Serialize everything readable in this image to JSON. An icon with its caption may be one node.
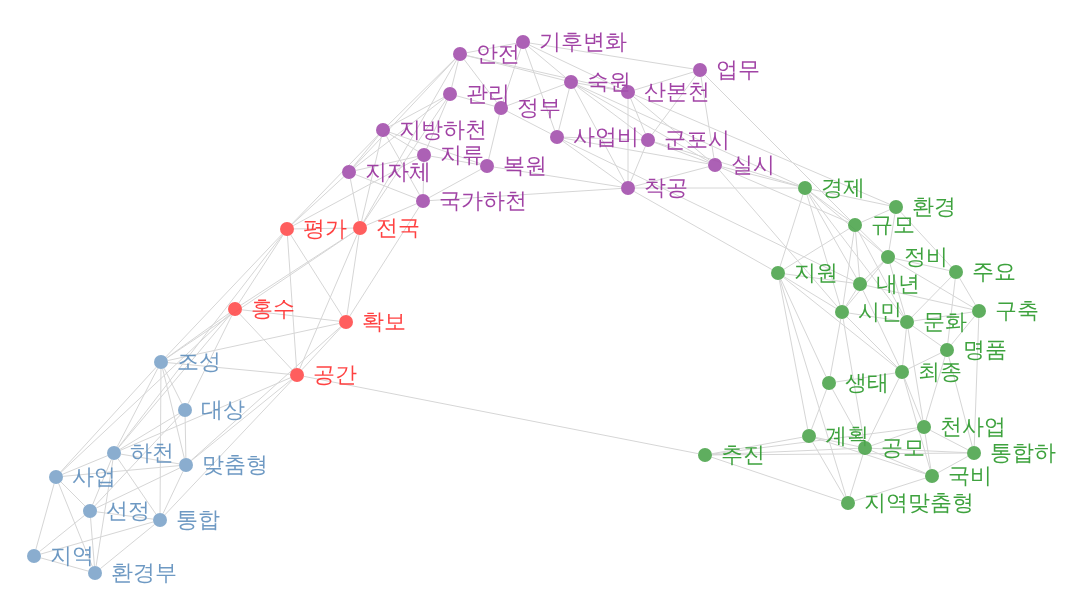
{
  "diagram": {
    "nodes": [
      {
        "text": [
          "안전"
        ]
      },
      {
        "text": [
          "기후변화"
        ]
      },
      {
        "text": [
          "숙원"
        ]
      },
      {
        "text": [
          "산본천"
        ]
      },
      {
        "text": [
          "업무"
        ]
      },
      {
        "text": [
          "관리"
        ]
      },
      {
        "text": [
          "정부"
        ]
      },
      {
        "text": [
          "지방하천"
        ]
      },
      {
        "text": [
          "사업비"
        ]
      },
      {
        "text": [
          "군포시"
        ]
      },
      {
        "text": [
          "지류"
        ]
      },
      {
        "text": [
          "복원"
        ]
      },
      {
        "text": [
          "지자체"
        ]
      },
      {
        "text": [
          "국가하천"
        ]
      },
      {
        "text": [
          "착공"
        ]
      },
      {
        "text": [
          "실시"
        ]
      },
      {
        "text": [
          "평가"
        ]
      },
      {
        "text": [
          "전국"
        ]
      },
      {
        "text": [
          "홍수"
        ]
      },
      {
        "text": [
          "확보"
        ]
      },
      {
        "text": [
          "공간"
        ]
      },
      {
        "text": [
          "조성"
        ]
      },
      {
        "text": [
          "대상"
        ]
      },
      {
        "text": [
          "하천"
        ]
      },
      {
        "text": [
          "맞춤형"
        ]
      },
      {
        "text": [
          "사업"
        ]
      },
      {
        "text": [
          "선정"
        ]
      },
      {
        "text": [
          "통합"
        ]
      },
      {
        "text": [
          "지역"
        ]
      },
      {
        "text": [
          "환경부"
        ]
      },
      {
        "text": [
          "경제"
        ]
      },
      {
        "text": [
          "환경"
        ]
      },
      {
        "text": [
          "규모"
        ]
      },
      {
        "text": [
          "정비"
        ]
      },
      {
        "text": [
          "주요"
        ]
      },
      {
        "text": [
          "지원"
        ]
      },
      {
        "text": [
          "내년"
        ]
      },
      {
        "text": [
          "시민"
        ]
      },
      {
        "text": [
          "문화"
        ]
      },
      {
        "text": [
          "구축"
        ]
      },
      {
        "text": [
          "명품"
        ]
      },
      {
        "text": [
          "생태"
        ]
      },
      {
        "text": [
          "최종"
        ]
      },
      {
        "text": [
          "천사업"
        ]
      },
      {
        "text": [
          "통합하"
        ]
      },
      {
        "text": [
          "추진"
        ]
      },
      {
        "text": [
          "계획"
        ]
      },
      {
        "text": [
          "공모"
        ]
      },
      {
        "text": [
          "지역맞춤형"
        ]
      },
      {
        "text": [
          "국비"
        ]
      }
    ],
    "edges": [
      {
        "from": 0,
        "to": 1,
        "arrow": "none"
      },
      {
        "from": 0,
        "to": 2,
        "arrow": "none"
      },
      {
        "from": 0,
        "to": 5,
        "arrow": "none"
      },
      {
        "from": 0,
        "to": 7,
        "arrow": "none"
      },
      {
        "from": 0,
        "to": 12,
        "arrow": "none"
      },
      {
        "from": 0,
        "to": 6,
        "arrow": "none"
      },
      {
        "from": 0,
        "to": 3,
        "arrow": "none"
      },
      {
        "from": 1,
        "to": 2,
        "arrow": "none"
      },
      {
        "from": 1,
        "to": 3,
        "arrow": "none"
      },
      {
        "from": 1,
        "to": 4,
        "arrow": "none"
      },
      {
        "from": 1,
        "to": 8,
        "arrow": "none"
      },
      {
        "from": 1,
        "to": 6,
        "arrow": "none"
      },
      {
        "from": 2,
        "to": 3,
        "arrow": "none"
      },
      {
        "from": 2,
        "to": 8,
        "arrow": "none"
      },
      {
        "from": 2,
        "to": 9,
        "arrow": "none"
      },
      {
        "from": 2,
        "to": 14,
        "arrow": "none"
      },
      {
        "from": 2,
        "to": 15,
        "arrow": "none"
      },
      {
        "from": 3,
        "to": 4,
        "arrow": "none"
      },
      {
        "from": 3,
        "to": 9,
        "arrow": "none"
      },
      {
        "from": 3,
        "to": 14,
        "arrow": "none"
      },
      {
        "from": 3,
        "to": 15,
        "arrow": "none"
      },
      {
        "from": 4,
        "to": 15,
        "arrow": "none"
      },
      {
        "from": 4,
        "to": 9,
        "arrow": "none"
      },
      {
        "from": 5,
        "to": 6,
        "arrow": "none"
      },
      {
        "from": 5,
        "to": 7,
        "arrow": "none"
      },
      {
        "from": 5,
        "to": 10,
        "arrow": "none"
      },
      {
        "from": 5,
        "to": 12,
        "arrow": "none"
      },
      {
        "from": 6,
        "to": 8,
        "arrow": "none"
      },
      {
        "from": 6,
        "to": 11,
        "arrow": "none"
      },
      {
        "from": 6,
        "to": 2,
        "arrow": "none"
      },
      {
        "from": 7,
        "to": 10,
        "arrow": "none"
      },
      {
        "from": 7,
        "to": 12,
        "arrow": "none"
      },
      {
        "from": 7,
        "to": 13,
        "arrow": "none"
      },
      {
        "from": 7,
        "to": 11,
        "arrow": "none"
      },
      {
        "from": 8,
        "to": 9,
        "arrow": "none"
      },
      {
        "from": 8,
        "to": 14,
        "arrow": "none"
      },
      {
        "from": 8,
        "to": 15,
        "arrow": "none"
      },
      {
        "from": 9,
        "to": 14,
        "arrow": "none"
      },
      {
        "from": 9,
        "to": 15,
        "arrow": "none"
      },
      {
        "from": 10,
        "to": 11,
        "arrow": "none"
      },
      {
        "from": 10,
        "to": 12,
        "arrow": "none"
      },
      {
        "from": 10,
        "to": 13,
        "arrow": "none"
      },
      {
        "from": 11,
        "to": 13,
        "arrow": "none"
      },
      {
        "from": 11,
        "to": 14,
        "arrow": "none"
      },
      {
        "from": 12,
        "to": 13,
        "arrow": "none"
      },
      {
        "from": 13,
        "to": 14,
        "arrow": "none"
      },
      {
        "from": 14,
        "to": 15,
        "arrow": "none"
      },
      {
        "from": 15,
        "to": 30,
        "arrow": "none"
      },
      {
        "from": 15,
        "to": 32,
        "arrow": "none"
      },
      {
        "from": 14,
        "to": 30,
        "arrow": "none"
      },
      {
        "from": 14,
        "to": 35,
        "arrow": "none"
      },
      {
        "from": 9,
        "to": 30,
        "arrow": "none"
      },
      {
        "from": 3,
        "to": 31,
        "arrow": "none"
      },
      {
        "from": 4,
        "to": 32,
        "arrow": "none"
      },
      {
        "from": 8,
        "to": 36,
        "arrow": "none"
      },
      {
        "from": 15,
        "to": 37,
        "arrow": "none"
      },
      {
        "from": 2,
        "to": 30,
        "arrow": "none"
      },
      {
        "from": 12,
        "to": 16,
        "arrow": "none"
      },
      {
        "from": 12,
        "to": 17,
        "arrow": "none"
      },
      {
        "from": 7,
        "to": 16,
        "arrow": "none"
      },
      {
        "from": 7,
        "to": 17,
        "arrow": "none"
      },
      {
        "from": 13,
        "to": 17,
        "arrow": "none"
      },
      {
        "from": 13,
        "to": 19,
        "arrow": "none"
      },
      {
        "from": 10,
        "to": 16,
        "arrow": "none"
      },
      {
        "from": 0,
        "to": 17,
        "arrow": "none"
      },
      {
        "from": 5,
        "to": 17,
        "arrow": "none"
      },
      {
        "from": 16,
        "to": 17,
        "arrow": "none"
      },
      {
        "from": 16,
        "to": 18,
        "arrow": "none"
      },
      {
        "from": 16,
        "to": 19,
        "arrow": "none"
      },
      {
        "from": 16,
        "to": 20,
        "arrow": "none"
      },
      {
        "from": 17,
        "to": 18,
        "arrow": "none"
      },
      {
        "from": 17,
        "to": 19,
        "arrow": "none"
      },
      {
        "from": 17,
        "to": 20,
        "arrow": "none"
      },
      {
        "from": 18,
        "to": 19,
        "arrow": "none"
      },
      {
        "from": 18,
        "to": 20,
        "arrow": "none"
      },
      {
        "from": 19,
        "to": 20,
        "arrow": "none"
      },
      {
        "from": 18,
        "to": 21,
        "arrow": "none"
      },
      {
        "from": 18,
        "to": 22,
        "arrow": "none"
      },
      {
        "from": 18,
        "to": 23,
        "arrow": "none"
      },
      {
        "from": 18,
        "to": 25,
        "arrow": "none"
      },
      {
        "from": 16,
        "to": 21,
        "arrow": "none"
      },
      {
        "from": 16,
        "to": 23,
        "arrow": "none"
      },
      {
        "from": 17,
        "to": 21,
        "arrow": "none"
      },
      {
        "from": 20,
        "to": 21,
        "arrow": "none"
      },
      {
        "from": 20,
        "to": 24,
        "arrow": "none"
      },
      {
        "from": 20,
        "to": 27,
        "arrow": "none"
      },
      {
        "from": 20,
        "to": 23,
        "arrow": "none"
      },
      {
        "from": 19,
        "to": 21,
        "arrow": "none"
      },
      {
        "from": 19,
        "to": 24,
        "arrow": "none"
      },
      {
        "from": 20,
        "to": 45,
        "arrow": "none"
      },
      {
        "from": 21,
        "to": 22,
        "arrow": "none"
      },
      {
        "from": 21,
        "to": 23,
        "arrow": "none"
      },
      {
        "from": 21,
        "to": 25,
        "arrow": "none"
      },
      {
        "from": 21,
        "to": 24,
        "arrow": "none"
      },
      {
        "from": 21,
        "to": 27,
        "arrow": "none"
      },
      {
        "from": 22,
        "to": 23,
        "arrow": "none"
      },
      {
        "from": 22,
        "to": 24,
        "arrow": "none"
      },
      {
        "from": 22,
        "to": 26,
        "arrow": "none"
      },
      {
        "from": 23,
        "to": 24,
        "arrow": "none"
      },
      {
        "from": 23,
        "to": 25,
        "arrow": "none"
      },
      {
        "from": 23,
        "to": 26,
        "arrow": "none"
      },
      {
        "from": 23,
        "to": 27,
        "arrow": "none"
      },
      {
        "from": 23,
        "to": 29,
        "arrow": "none"
      },
      {
        "from": 24,
        "to": 25,
        "arrow": "none"
      },
      {
        "from": 24,
        "to": 27,
        "arrow": "none"
      },
      {
        "from": 24,
        "to": 26,
        "arrow": "none"
      },
      {
        "from": 25,
        "to": 26,
        "arrow": "none"
      },
      {
        "from": 25,
        "to": 28,
        "arrow": "none"
      },
      {
        "from": 25,
        "to": 29,
        "arrow": "none"
      },
      {
        "from": 26,
        "to": 27,
        "arrow": "none"
      },
      {
        "from": 26,
        "to": 28,
        "arrow": "none"
      },
      {
        "from": 26,
        "to": 29,
        "arrow": "none"
      },
      {
        "from": 27,
        "to": 28,
        "arrow": "none"
      },
      {
        "from": 27,
        "to": 29,
        "arrow": "none"
      },
      {
        "from": 28,
        "to": 29,
        "arrow": "none"
      },
      {
        "from": 30,
        "to": 31,
        "arrow": "none"
      },
      {
        "from": 30,
        "to": 32,
        "arrow": "none"
      },
      {
        "from": 30,
        "to": 35,
        "arrow": "none"
      },
      {
        "from": 30,
        "to": 36,
        "arrow": "none"
      },
      {
        "from": 30,
        "to": 37,
        "arrow": "none"
      },
      {
        "from": 30,
        "to": 38,
        "arrow": "none"
      },
      {
        "from": 30,
        "to": 33,
        "arrow": "none"
      },
      {
        "from": 31,
        "to": 32,
        "arrow": "none"
      },
      {
        "from": 31,
        "to": 33,
        "arrow": "none"
      },
      {
        "from": 31,
        "to": 34,
        "arrow": "none"
      },
      {
        "from": 32,
        "to": 33,
        "arrow": "none"
      },
      {
        "from": 32,
        "to": 35,
        "arrow": "none"
      },
      {
        "from": 32,
        "to": 36,
        "arrow": "none"
      },
      {
        "from": 32,
        "to": 37,
        "arrow": "none"
      },
      {
        "from": 32,
        "to": 38,
        "arrow": "none"
      },
      {
        "from": 33,
        "to": 34,
        "arrow": "none"
      },
      {
        "from": 33,
        "to": 36,
        "arrow": "none"
      },
      {
        "from": 33,
        "to": 37,
        "arrow": "none"
      },
      {
        "from": 33,
        "to": 38,
        "arrow": "none"
      },
      {
        "from": 33,
        "to": 39,
        "arrow": "none"
      },
      {
        "from": 34,
        "to": 38,
        "arrow": "none"
      },
      {
        "from": 34,
        "to": 39,
        "arrow": "none"
      },
      {
        "from": 34,
        "to": 40,
        "arrow": "none"
      },
      {
        "from": 35,
        "to": 36,
        "arrow": "none"
      },
      {
        "from": 35,
        "to": 37,
        "arrow": "none"
      },
      {
        "from": 35,
        "to": 41,
        "arrow": "none"
      },
      {
        "from": 35,
        "to": 46,
        "arrow": "none"
      },
      {
        "from": 35,
        "to": 48,
        "arrow": "none"
      },
      {
        "from": 35,
        "to": 42,
        "arrow": "none"
      },
      {
        "from": 36,
        "to": 37,
        "arrow": "none"
      },
      {
        "from": 36,
        "to": 39,
        "arrow": "none"
      },
      {
        "from": 36,
        "to": 42,
        "arrow": "none"
      },
      {
        "from": 37,
        "to": 38,
        "arrow": "none"
      },
      {
        "from": 37,
        "to": 41,
        "arrow": "none"
      },
      {
        "from": 37,
        "to": 42,
        "arrow": "none"
      },
      {
        "from": 37,
        "to": 47,
        "arrow": "none"
      },
      {
        "from": 38,
        "to": 39,
        "arrow": "none"
      },
      {
        "from": 38,
        "to": 40,
        "arrow": "none"
      },
      {
        "from": 38,
        "to": 42,
        "arrow": "none"
      },
      {
        "from": 38,
        "to": 43,
        "arrow": "none"
      },
      {
        "from": 39,
        "to": 40,
        "arrow": "none"
      },
      {
        "from": 39,
        "to": 44,
        "arrow": "none"
      },
      {
        "from": 40,
        "to": 42,
        "arrow": "none"
      },
      {
        "from": 40,
        "to": 43,
        "arrow": "none"
      },
      {
        "from": 40,
        "to": 44,
        "arrow": "none"
      },
      {
        "from": 41,
        "to": 42,
        "arrow": "none"
      },
      {
        "from": 41,
        "to": 46,
        "arrow": "none"
      },
      {
        "from": 41,
        "to": 47,
        "arrow": "none"
      },
      {
        "from": 42,
        "to": 43,
        "arrow": "none"
      },
      {
        "from": 42,
        "to": 47,
        "arrow": "none"
      },
      {
        "from": 42,
        "to": 49,
        "arrow": "none"
      },
      {
        "from": 43,
        "to": 44,
        "arrow": "none"
      },
      {
        "from": 43,
        "to": 47,
        "arrow": "none"
      },
      {
        "from": 43,
        "to": 49,
        "arrow": "none"
      },
      {
        "from": 44,
        "to": 49,
        "arrow": "none"
      },
      {
        "from": 44,
        "to": 47,
        "arrow": "none"
      },
      {
        "from": 45,
        "to": 46,
        "arrow": "none"
      },
      {
        "from": 45,
        "to": 47,
        "arrow": "none"
      },
      {
        "from": 45,
        "to": 48,
        "arrow": "none"
      },
      {
        "from": 45,
        "to": 43,
        "arrow": "none"
      },
      {
        "from": 45,
        "to": 44,
        "arrow": "none"
      },
      {
        "from": 46,
        "to": 47,
        "arrow": "none"
      },
      {
        "from": 46,
        "to": 48,
        "arrow": "none"
      },
      {
        "from": 46,
        "to": 49,
        "arrow": "none"
      },
      {
        "from": 47,
        "to": 48,
        "arrow": "none"
      },
      {
        "from": 47,
        "to": 49,
        "arrow": "none"
      },
      {
        "from": 48,
        "to": 49,
        "arrow": "none"
      }
    ]
  }
}
